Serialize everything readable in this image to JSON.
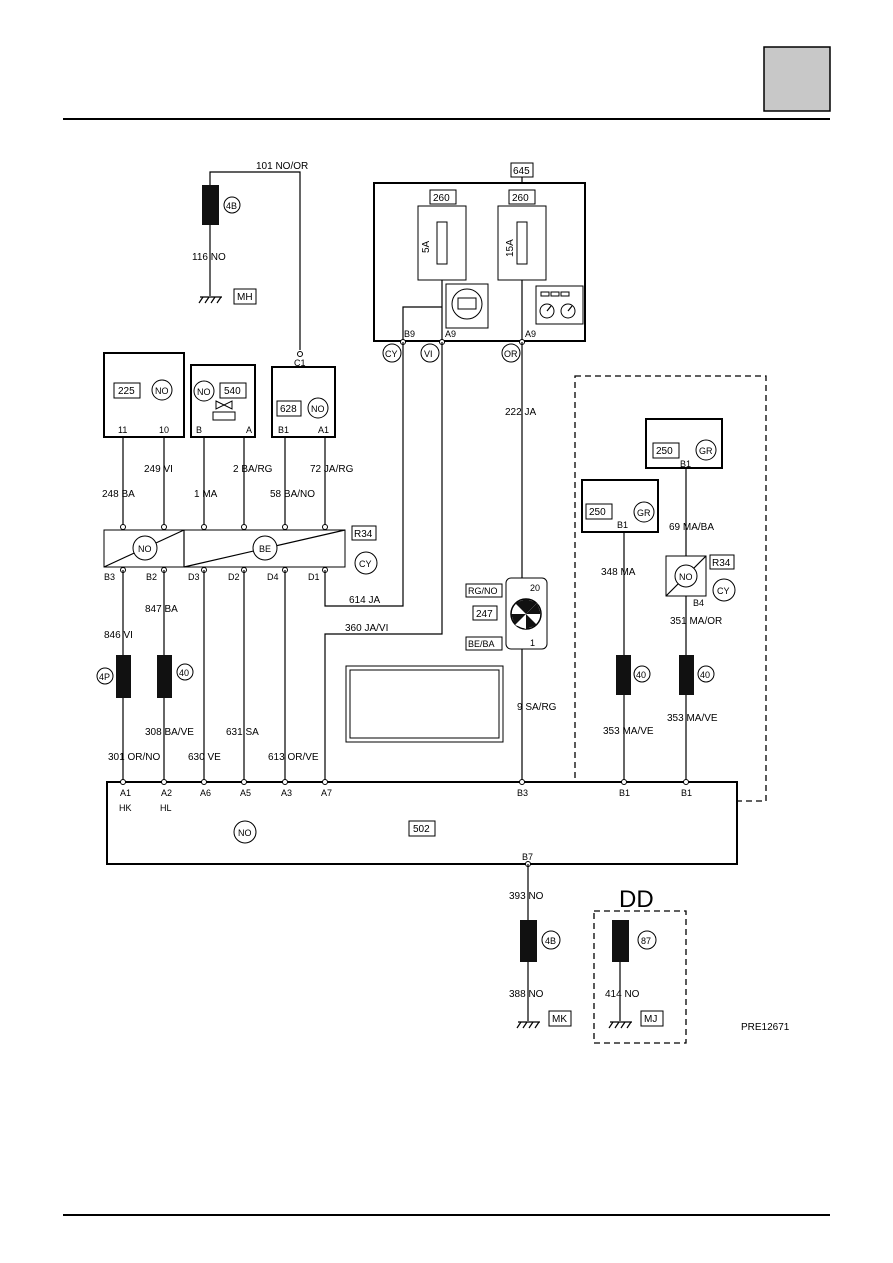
{
  "page": {
    "reference": "PRE12671",
    "variant_label": "DD"
  },
  "components": {
    "c225": {
      "id": "225",
      "color": "NO",
      "pins": [
        "11",
        "10"
      ]
    },
    "c540": {
      "id": "540",
      "color": "NO",
      "pins": [
        "B",
        "A"
      ]
    },
    "c628": {
      "id": "628",
      "color": "NO",
      "pins": [
        "C1",
        "B1",
        "A1"
      ]
    },
    "c645": {
      "id": "645",
      "fuse1_id": "260",
      "fuse1_rating": "5A",
      "fuse2_id": "260",
      "fuse2_rating": "15A",
      "pins": [
        "B9",
        "A9",
        "A9"
      ]
    },
    "conn_cy_vi_or": [
      "CY",
      "VI",
      "OR"
    ],
    "r34_main": {
      "id": "R34",
      "color": "CY",
      "left_color": "NO",
      "right_color": "BE",
      "top_pins": [],
      "bottom_pins": [
        "B3",
        "B2",
        "D3",
        "D2",
        "D4",
        "D1"
      ]
    },
    "c247": {
      "id": "247",
      "pin_top": "20",
      "pin_bottom": "1",
      "label_top": "RG/NO",
      "label_bottom": "BE/BA"
    },
    "c250a": {
      "id": "250",
      "color": "GR",
      "pin": "B1"
    },
    "c250b": {
      "id": "250",
      "color": "GR",
      "pin": "B1"
    },
    "r34_right": {
      "id": "R34",
      "color": "CY",
      "inner": "NO",
      "pin": "B4"
    },
    "c502": {
      "id": "502",
      "color": "NO",
      "pins": [
        "A1",
        "A2",
        "A6",
        "A5",
        "A3",
        "A7",
        "B3",
        "B1",
        "B1",
        "B7"
      ],
      "sub_labels": [
        "HK",
        "HL"
      ]
    },
    "ground_mh": "MH",
    "ground_mk": "MK",
    "ground_mj": "MJ"
  },
  "splices": {
    "s4b_top": "4B",
    "s4p": "4P",
    "s40a": "40",
    "s40b": "40",
    "s40c": "40",
    "s4b_bottom": "4B",
    "s87": "87"
  },
  "wires": {
    "w101": "101  NO/OR",
    "w116": "116  NO",
    "w248": "248  BA",
    "w249": "249  VI",
    "w1": "1  MA",
    "w2": "2  BA/RG",
    "w58": "58  BA/NO",
    "w72": "72  JA/RG",
    "w222": "222  JA",
    "w614": "614  JA",
    "w360": "360  JA/VI",
    "w847": "847  BA",
    "w846": "846  VI",
    "w308": "308  BA/VE",
    "w301": "301  OR/NO",
    "w630": "630  VE",
    "w631": "631  SA",
    "w613": "613  OR/VE",
    "w9": "9  SA/RG",
    "w69": "69  MA/BA",
    "w348": "348  MA",
    "w351": "351  MA/OR",
    "w353a": "353  MA/VE",
    "w353b": "353  MA/VE",
    "w393": "393  NO",
    "w388": "388  NO",
    "w414": "414  NO"
  }
}
